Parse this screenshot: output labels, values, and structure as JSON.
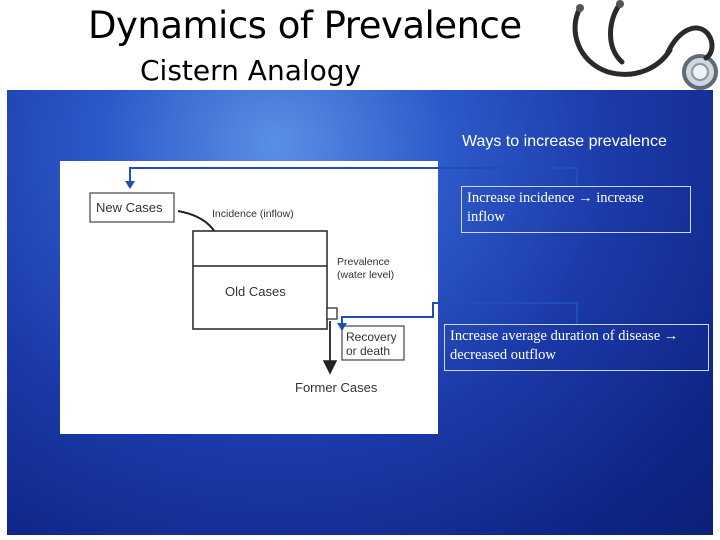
{
  "slide": {
    "title": "Dynamics of Prevalence",
    "subtitle": "Cistern Analogy"
  },
  "diagram": {
    "new_cases": "New Cases",
    "incidence": "Incidence (inflow)",
    "prevalence_line1": "Prevalence",
    "prevalence_line2": "(water level)",
    "old_cases": "Old Cases",
    "recovery_line1": "Recovery",
    "recovery_line2": "or death",
    "former_cases": "Former Cases"
  },
  "notes": {
    "heading": "Ways to increase prevalence",
    "item1": "Increase incidence → increase inflow",
    "item2": "Increase average duration of disease → decreased outflow"
  },
  "colors": {
    "panel": "#1b3aa8",
    "connector": "#1f4fb5",
    "box_border": "#8fa0c8"
  },
  "icons": [
    "stethoscope-icon"
  ]
}
